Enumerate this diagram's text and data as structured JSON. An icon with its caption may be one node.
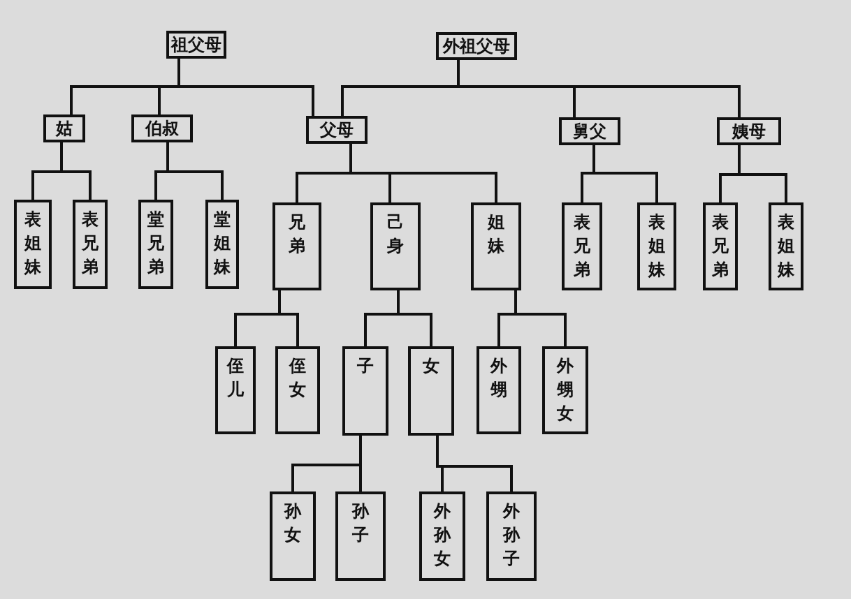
{
  "diagram": {
    "nodes": [
      {
        "text": [
          "祖父母"
        ]
      },
      {
        "text": [
          "外祖父母"
        ]
      },
      {
        "text": [
          "姑"
        ]
      },
      {
        "text": [
          "伯叔"
        ]
      },
      {
        "text": [
          "父母"
        ]
      },
      {
        "text": [
          "舅父"
        ]
      },
      {
        "text": [
          "姨母"
        ]
      },
      {
        "text": [
          "表姐妹"
        ]
      },
      {
        "text": [
          "表兄弟"
        ]
      },
      {
        "text": [
          "堂兄弟"
        ]
      },
      {
        "text": [
          "堂姐妹"
        ]
      },
      {
        "text": [
          "兄弟"
        ]
      },
      {
        "text": [
          "己身"
        ]
      },
      {
        "text": [
          "姐妹"
        ]
      },
      {
        "text": [
          "表兄弟"
        ]
      },
      {
        "text": [
          "表姐妹"
        ]
      },
      {
        "text": [
          "表兄弟"
        ]
      },
      {
        "text": [
          "表姐妹"
        ]
      },
      {
        "text": [
          "侄儿"
        ]
      },
      {
        "text": [
          "侄女"
        ]
      },
      {
        "text": [
          "子"
        ]
      },
      {
        "text": [
          "女"
        ]
      },
      {
        "text": [
          "外甥"
        ]
      },
      {
        "text": [
          "外甥女"
        ]
      },
      {
        "text": [
          "孙女"
        ]
      },
      {
        "text": [
          "孙子"
        ]
      },
      {
        "text": [
          "外孙女"
        ]
      },
      {
        "text": [
          "外孙子"
        ]
      }
    ],
    "edges": [
      {
        "from": 0,
        "to": 2,
        "arrow": "none"
      },
      {
        "from": 0,
        "to": 3,
        "arrow": "none"
      },
      {
        "from": 0,
        "to": 4,
        "arrow": "none"
      },
      {
        "from": 1,
        "to": 4,
        "arrow": "none"
      },
      {
        "from": 1,
        "to": 5,
        "arrow": "none"
      },
      {
        "from": 1,
        "to": 6,
        "arrow": "none"
      },
      {
        "from": 2,
        "to": 7,
        "arrow": "none"
      },
      {
        "from": 2,
        "to": 8,
        "arrow": "none"
      },
      {
        "from": 3,
        "to": 9,
        "arrow": "none"
      },
      {
        "from": 3,
        "to": 10,
        "arrow": "none"
      },
      {
        "from": 4,
        "to": 11,
        "arrow": "none"
      },
      {
        "from": 4,
        "to": 12,
        "arrow": "none"
      },
      {
        "from": 4,
        "to": 13,
        "arrow": "none"
      },
      {
        "from": 5,
        "to": 14,
        "arrow": "none"
      },
      {
        "from": 5,
        "to": 15,
        "arrow": "none"
      },
      {
        "from": 6,
        "to": 16,
        "arrow": "none"
      },
      {
        "from": 6,
        "to": 17,
        "arrow": "none"
      },
      {
        "from": 11,
        "to": 18,
        "arrow": "none"
      },
      {
        "from": 11,
        "to": 19,
        "arrow": "none"
      },
      {
        "from": 12,
        "to": 20,
        "arrow": "none"
      },
      {
        "from": 12,
        "to": 21,
        "arrow": "none"
      },
      {
        "from": 13,
        "to": 22,
        "arrow": "none"
      },
      {
        "from": 13,
        "to": 23,
        "arrow": "none"
      },
      {
        "from": 20,
        "to": 24,
        "arrow": "none"
      },
      {
        "from": 20,
        "to": 25,
        "arrow": "none"
      },
      {
        "from": 21,
        "to": 26,
        "arrow": "none"
      },
      {
        "from": 21,
        "to": 27,
        "arrow": "none"
      }
    ]
  }
}
